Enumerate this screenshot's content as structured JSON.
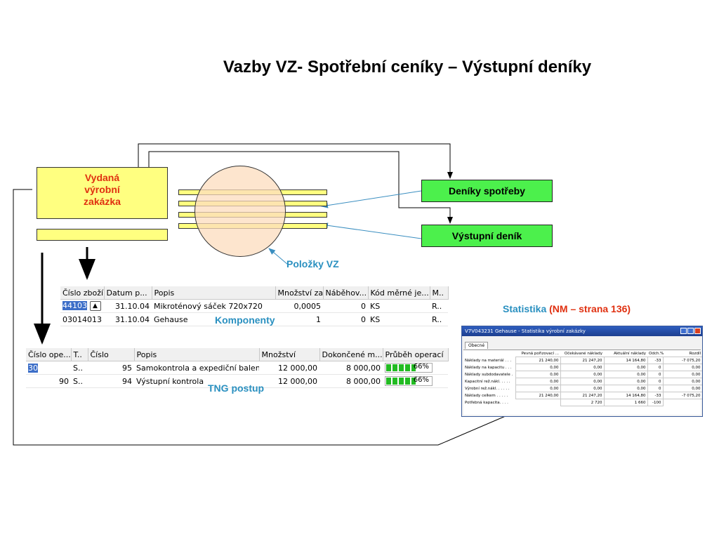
{
  "title": "Vazby VZ- Spotřební ceníky – Výstupní deníky",
  "vz_box": {
    "line1": "Vydaná",
    "line2": "výrobní",
    "line3": "zakázka"
  },
  "deniky_spotreby": "Deníky spotřeby",
  "vystupni_denik": "Výstupní deník",
  "labels": {
    "polozky": "Položky VZ",
    "komponenty": "Komponenty",
    "tng": "TNG postup",
    "statistika": "Statistika",
    "nm": "(NM – strana 136)"
  },
  "components_table": {
    "headers": [
      "Číslo zboží",
      "Datum p...",
      "Popis",
      "Množství za",
      "Náběhov...",
      "Kód měrné je...",
      "M.."
    ],
    "rows": [
      [
        "44103",
        "31.10.04",
        "Mikroténový sáček 720x720",
        "0,0005",
        "0",
        "KS",
        "R.."
      ],
      [
        "03014013",
        "31.10.04",
        "Gehause",
        "1",
        "0",
        "KS",
        "R.."
      ]
    ]
  },
  "tng_table": {
    "headers": [
      "Číslo ope...",
      "T..",
      "Číslo",
      "Popis",
      "Množství",
      "Dokončené m...",
      "Průběh operací"
    ],
    "rows": [
      [
        "30",
        "S..",
        "95",
        "Samokontrola a expediční balení",
        "12 000,00",
        "8 000,00",
        "66%"
      ],
      [
        "90",
        "S..",
        "94",
        "Výstupní kontrola",
        "12 000,00",
        "8 000,00",
        "66%"
      ]
    ],
    "progress": [
      0.66,
      0.66
    ]
  },
  "stat_window": {
    "title": "V7V043231 Gehause - Statistika výrobní zakázky",
    "tab": "Obecné",
    "headers": [
      "",
      "Pevná pořizovací ...",
      "Očekávané náklady",
      "Aktuální náklady",
      "Odch.%",
      "Rozdíl"
    ],
    "rows": [
      [
        "Náklady na materiál . . .",
        "21 240,00",
        "21 247,20",
        "14 164,80",
        "-33",
        "-7 075,20"
      ],
      [
        "Náklady na kapacitu . . .",
        "0,00",
        "0,00",
        "0,00",
        "0",
        "0,00"
      ],
      [
        "Náklady subdodavatele .",
        "0,00",
        "0,00",
        "0,00",
        "0",
        "0,00"
      ],
      [
        "Kapacitní rež.nákl. . . . .",
        "0,00",
        "0,00",
        "0,00",
        "0",
        "0,00"
      ],
      [
        "Výrobní rež.nákl. . . . . .",
        "0,00",
        "0,00",
        "0,00",
        "0",
        "0,00"
      ],
      [
        "Náklady celkem . . . . .",
        "21 240,00",
        "21 247,20",
        "14 164,80",
        "-33",
        "-7 075,20"
      ],
      [
        "Potřebná kapacita. . . .",
        "",
        "2 720",
        "1 660",
        "-100",
        ""
      ]
    ]
  },
  "colors": {
    "yellow": "#ffff80",
    "green": "#4cf04c",
    "label_cyan": "#2a90c0",
    "label_red": "#e03010"
  }
}
